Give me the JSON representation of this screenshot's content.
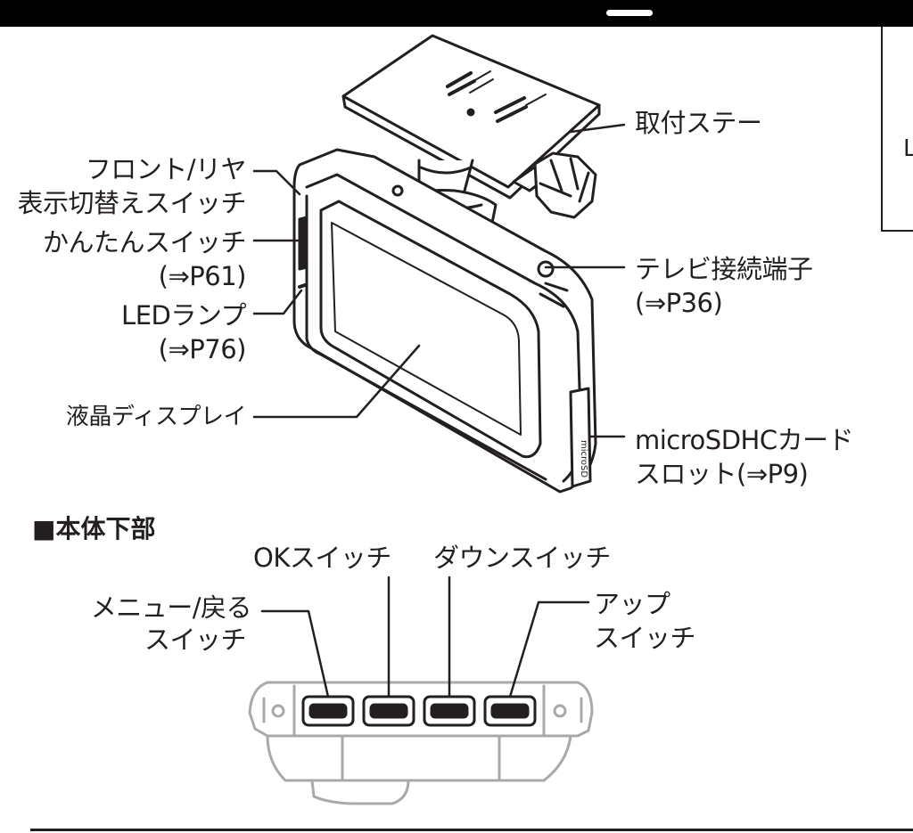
{
  "labels": {
    "mount_stay": "取付ステー",
    "front_rear_switch_line1": "フロント/リヤ",
    "front_rear_switch_line2": "表示切替えスイッチ",
    "easy_switch": "かんたんスイッチ",
    "easy_switch_ref": "(⇒P61)",
    "led_lamp": "LEDランプ",
    "led_lamp_ref": "(⇒P76)",
    "lcd_display": "液晶ディスプレイ",
    "tv_terminal": "テレビ接続端子",
    "tv_terminal_ref": "(⇒P36)",
    "sd_slot_line1": "microSDHCカード",
    "sd_slot_line2": "スロット(⇒P9)",
    "slot_marking": "microSD"
  },
  "section": {
    "heading": "■本体下部"
  },
  "bottom_labels": {
    "ok_switch": "OKスイッチ",
    "down_switch": "ダウンスイッチ",
    "menu_switch_line1": "メニュー/戻る",
    "menu_switch_line2": "スイッチ",
    "up_switch_line1": "アップ",
    "up_switch_line2": "スイッチ"
  },
  "side_panel": {
    "letter": "L"
  },
  "colors": {
    "ink": "#231f20",
    "background": "#ffffff",
    "statusbar": "#000000"
  }
}
